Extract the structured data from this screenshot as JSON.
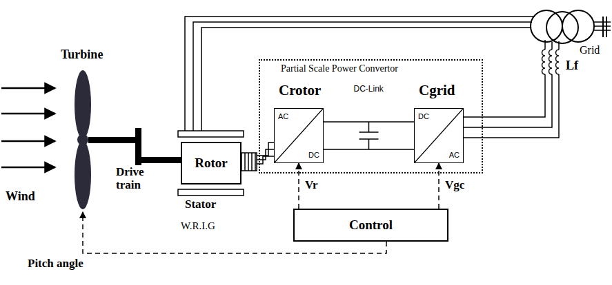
{
  "diagram": {
    "nodes": [
      {
        "text": [
          "Partial Scale Power Convertor"
        ]
      },
      {
        "text": [
          "Crotor",
          "AC",
          "DC"
        ],
        "in": 0
      },
      {
        "text": [
          "Cgrid",
          "DC",
          "AC"
        ],
        "in": 0
      },
      {
        "text": [
          "Rotor"
        ]
      },
      {
        "text": [
          "Control"
        ]
      }
    ],
    "edges": [
      {
        "from": 3,
        "to": 1,
        "arrow": "none"
      },
      {
        "from": 1,
        "to": 2,
        "arrow": "none",
        "label": "DC-Link"
      },
      {
        "from": 4,
        "to": 1,
        "arrow": "to",
        "label": "Vr"
      },
      {
        "from": 4,
        "to": 2,
        "arrow": "to",
        "label": "Vgc"
      }
    ],
    "labels": [
      "Turbine",
      "Wind",
      "Drive train",
      "Stator",
      "W.R.I.G",
      "Grid",
      "Lf",
      "Pitch angle"
    ]
  }
}
